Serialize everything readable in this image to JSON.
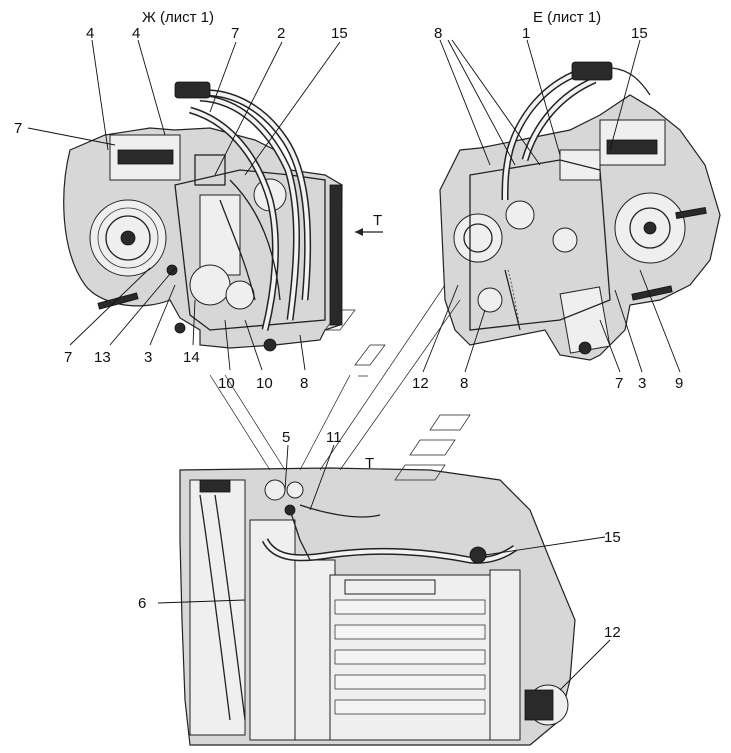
{
  "views": {
    "left_title": "Ж (лист 1)",
    "right_title": "Е (лист 1)"
  },
  "arrow_label": "Т",
  "callouts": {
    "left_top": [
      "4",
      "4",
      "7",
      "2",
      "15",
      "7"
    ],
    "left_bottom": [
      "7",
      "13",
      "3",
      "14",
      "10",
      "10",
      "8"
    ],
    "right_top": [
      "8",
      "1",
      "15"
    ],
    "right_bottom": [
      "12",
      "8",
      "7",
      "3",
      "9"
    ],
    "bottom_view": [
      "5",
      "11",
      "Т",
      "15",
      "6",
      "12"
    ]
  },
  "colors": {
    "panel_fill": "#d7d7d7",
    "ink": "#222222",
    "background": "#ffffff"
  }
}
